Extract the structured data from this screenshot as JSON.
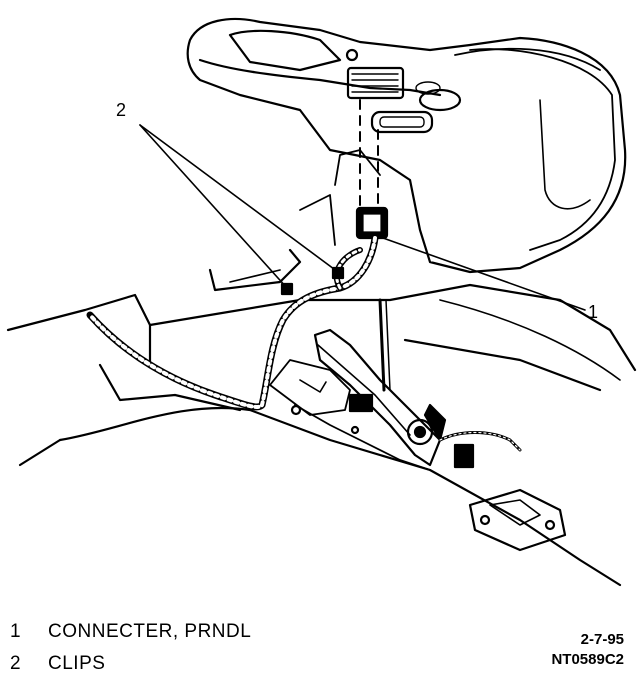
{
  "callouts": [
    {
      "number": "2",
      "target": "clips"
    },
    {
      "number": "1",
      "target": "connecter-prndl"
    }
  ],
  "legend": [
    {
      "number": "1",
      "label": "CONNECTER, PRNDL"
    },
    {
      "number": "2",
      "label": "CLIPS"
    }
  ],
  "figure_date": "2-7-95",
  "figure_code": "NT0589C2"
}
